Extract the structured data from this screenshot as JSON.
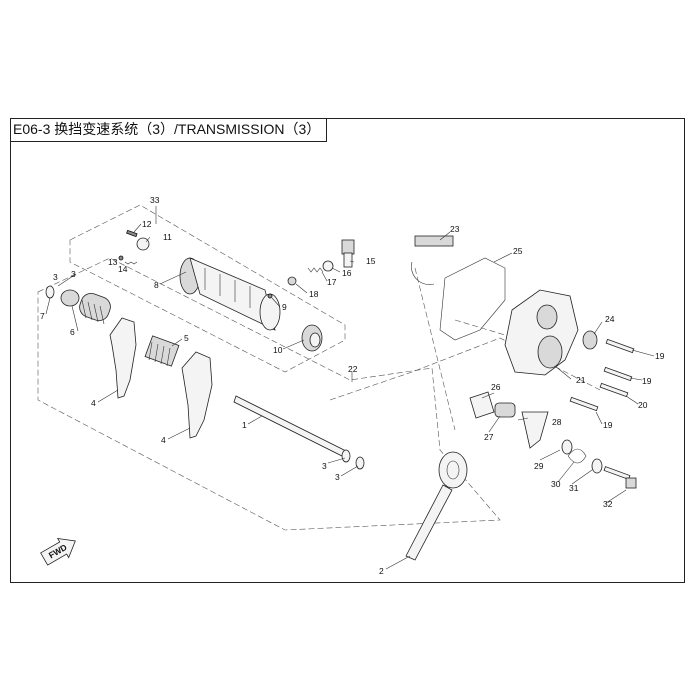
{
  "title": "E06-3 换挡变速系统（3）/TRANSMISSION（3）",
  "fwd_label": "FWD",
  "callouts": [
    "1",
    "2",
    "3",
    "3",
    "3",
    "3",
    "4",
    "4",
    "5",
    "6",
    "7",
    "8",
    "9",
    "10",
    "11",
    "12",
    "13",
    "14",
    "15",
    "16",
    "17",
    "18",
    "19",
    "19",
    "19",
    "20",
    "21",
    "22",
    "23",
    "24",
    "25",
    "26",
    "27",
    "28",
    "29",
    "30",
    "31",
    "32",
    "33"
  ]
}
